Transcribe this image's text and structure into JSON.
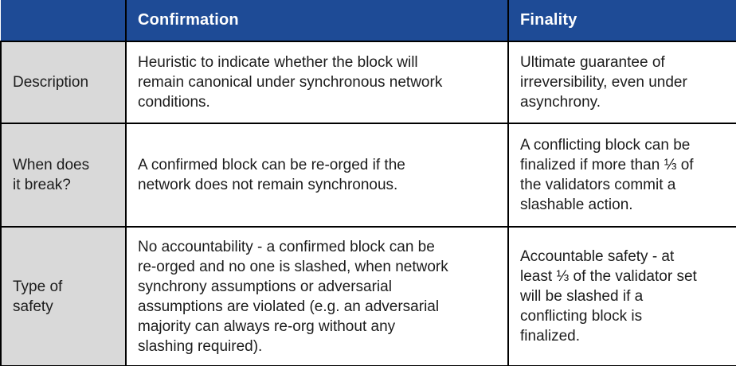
{
  "colors": {
    "header_bg": "#1e4b96",
    "header_text": "#ffffff",
    "label_bg": "#d9d9d9",
    "body_bg": "#ffffff",
    "body_text": "#1c1c1c",
    "border": "#000000"
  },
  "table": {
    "header": {
      "col1": "",
      "col2": "Confirmation",
      "col3": "Finality"
    },
    "rows": [
      {
        "label": "Description",
        "confirmation": "Heuristic to indicate whether the block will\nremain canonical under synchronous network\nconditions.",
        "finality": "Ultimate guarantee of\nirreversibility, even under\nasynchrony."
      },
      {
        "label": "When does\nit break?",
        "confirmation": "A confirmed block can be re-orged if the\nnetwork does not remain synchronous.",
        "finality": "A conflicting block can be\nfinalized if more than ⅓ of\nthe validators commit a\nslashable action."
      },
      {
        "label": "Type of\nsafety",
        "confirmation": "No accountability - a confirmed block can be\nre-orged and no one is slashed, when network\nsynchrony assumptions or adversarial\nassumptions are violated (e.g. an adversarial\nmajority can always re-org without any\nslashing required).",
        "finality": "Accountable safety - at\nleast ⅓ of the validator set\nwill be slashed if a\nconflicting block is\nfinalized."
      }
    ]
  }
}
